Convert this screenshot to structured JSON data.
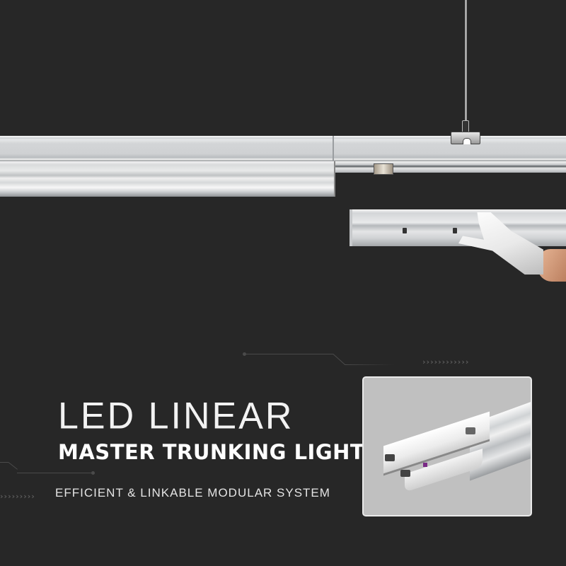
{
  "headline": {
    "line1": "LED LINEAR",
    "line2": "MASTER TRUNKING LIGHT",
    "tagline": "EFFICIENT & LINKABLE MODULAR SYSTEM"
  },
  "decor": {
    "chevrons_right": "››››››››››››",
    "chevrons_left": "›››››››››"
  },
  "images": {
    "hero": "suspended-trunking-rail-with-gear-tray-being-inserted",
    "inset": "close-up-of-gear-tray-sliding-into-trunking-rail"
  },
  "colors": {
    "background": "#272727",
    "text_primary": "#ffffff",
    "text_secondary": "#e4e4e4",
    "decor_line": "#4a4a4a",
    "inset_bg": "#c0c0c0"
  }
}
